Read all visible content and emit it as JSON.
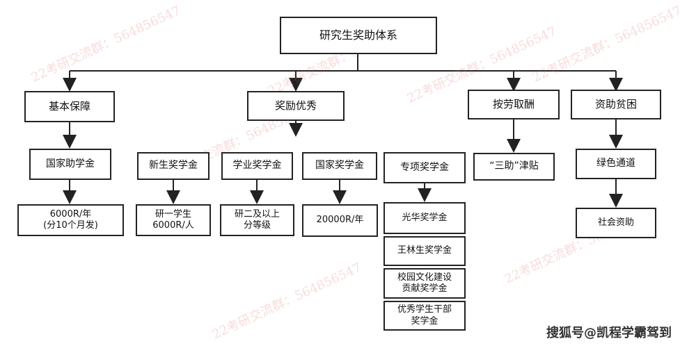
{
  "title": "研究生奖助体系",
  "categories": {
    "basic": "基本保障",
    "excellence": "奖励优秀",
    "work": "按劳取酬",
    "aid": "资助贫困"
  },
  "items": {
    "national_grant": "国家助学金",
    "national_grant_amount": "6000R/年\n(分10个月发)",
    "freshman_scholarship": "新生奖学金",
    "freshman_amount": "研一学生\n6000R/人",
    "academic_scholarship": "学业奖学金",
    "academic_detail": "研二及以上\n分等级",
    "national_scholarship": "国家奖学金",
    "national_scholarship_amount": "20000R/年",
    "special_scholarship": "专项奖学金",
    "special_list": [
      "光华奖学金",
      "王林生奖学金",
      "校园文化建设\n贡献奖学金",
      "优秀学生干部\n奖学金"
    ],
    "three_assist": "“三助”津贴",
    "green_channel": "绿色通道",
    "social_aid": "社会资助"
  },
  "watermark": {
    "text": "22考研交流群：564856547",
    "footer": "搜狐号@凯程学霸驾到"
  }
}
